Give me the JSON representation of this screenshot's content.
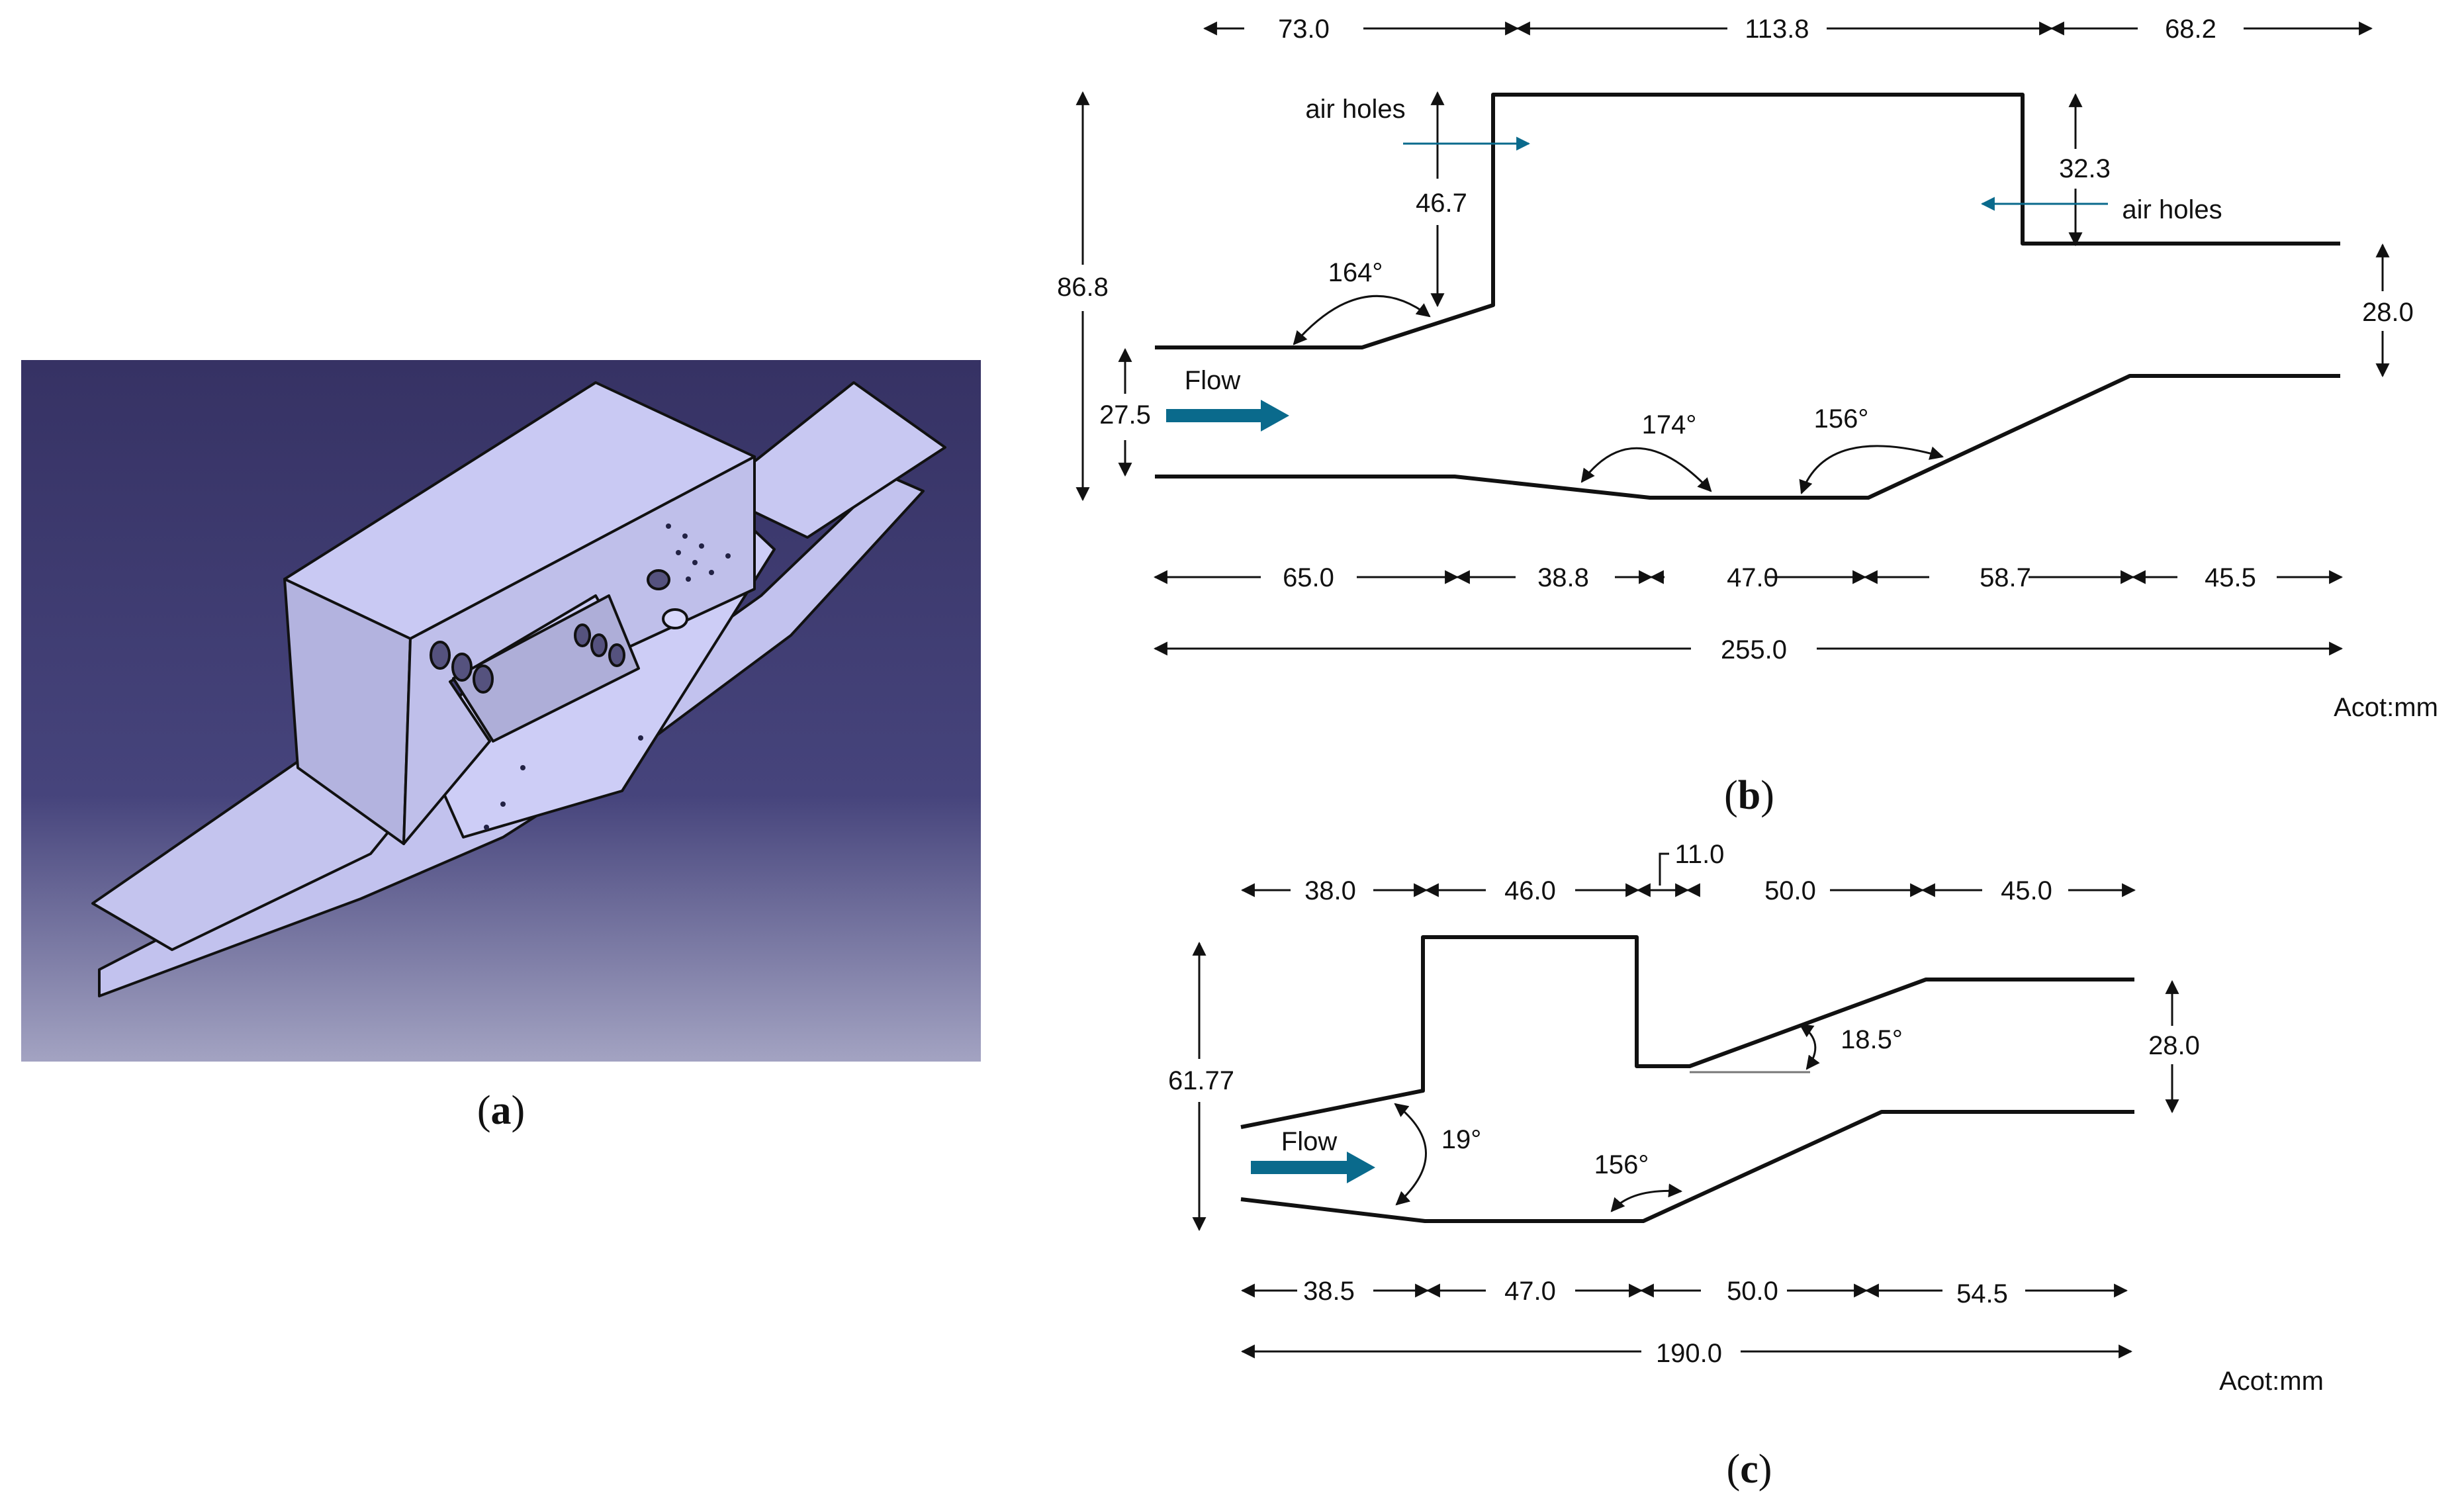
{
  "colors": {
    "background_top": "#363264",
    "background_mid": "#44427a",
    "background_bottom": "#a0a0c0",
    "body_face": "#c6c6f0",
    "body_face_dark": "#b6b6e2",
    "outline": "#111111",
    "arrow_blue": "#0a6a8c"
  },
  "panels": {
    "a": {
      "label": "a"
    },
    "b": {
      "label": "b",
      "units": "Acot:mm",
      "flow": "Flow",
      "air_holes_left": "air holes",
      "air_holes_right": "air holes",
      "top_dims": [
        "73.0",
        "113.8",
        "68.2"
      ],
      "height_total": "86.8",
      "height_inlet": "27.5",
      "height_step": "46.7",
      "height_right_step": "32.3",
      "height_outlet": "28.0",
      "angle_top_left": "164°",
      "angle_bottom_a": "174°",
      "angle_bottom_b": "156°",
      "bottom_dims": [
        "65.0",
        "38.8",
        "47.0",
        "58.7",
        "45.5"
      ],
      "total_length": "255.0"
    },
    "c": {
      "label": "c",
      "units": "Acot:mm",
      "flow": "Flow",
      "top_dims": [
        "38.0",
        "46.0",
        "11.0",
        "50.0",
        "45.0"
      ],
      "height_total": "61.77",
      "height_outlet": "28.0",
      "angle_inlet": "19°",
      "angle_ramp_top": "18.5°",
      "angle_ramp_bottom": "156°",
      "bottom_dims": [
        "38.5",
        "47.0",
        "50.0",
        "54.5"
      ],
      "total_length": "190.0"
    }
  }
}
